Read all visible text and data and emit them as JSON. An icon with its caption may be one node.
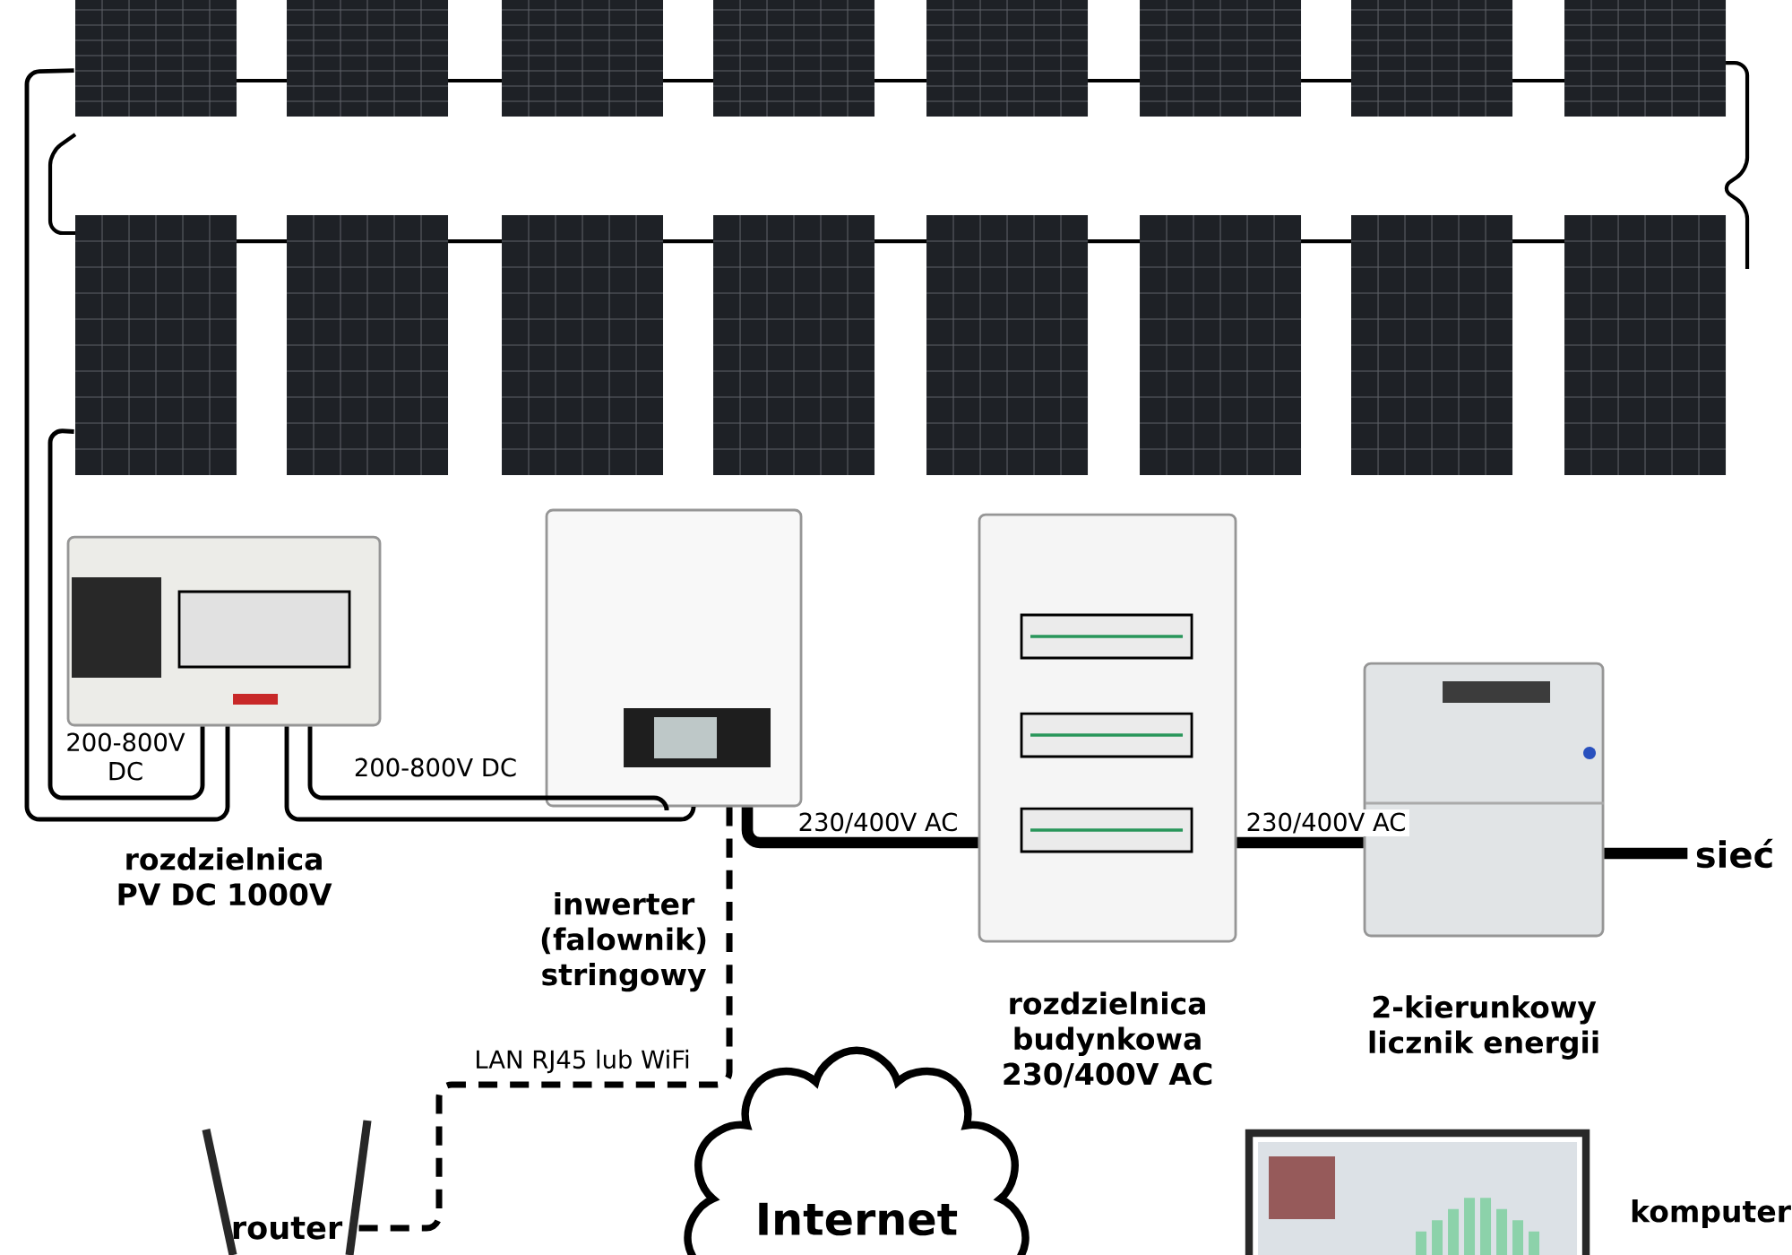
{
  "diagram": {
    "nodes": [
      {
        "text": [],
        "shape": "picture"
      },
      {
        "text": [
          "rozdzielnica PV DC 1000V"
        ]
      },
      {
        "text": [
          "inwerter (falownik) stringowy"
        ]
      },
      {
        "text": [
          "rozdzielnica budynkowa 230/400V AC"
        ]
      },
      {
        "text": [
          "2-kierunkowy licznik energii"
        ]
      },
      {
        "text": [
          "sieć"
        ]
      },
      {
        "text": [
          "router"
        ]
      },
      {
        "text": [
          "Internet"
        ]
      },
      {
        "text": [
          "komputer"
        ]
      }
    ],
    "edges": [
      {
        "from": 0,
        "to": 1,
        "arrow": "none",
        "label": "200-800V DC"
      },
      {
        "from": 0,
        "to": 1,
        "arrow": "none"
      },
      {
        "from": 1,
        "to": 2,
        "arrow": "none",
        "label": "200-800V DC"
      },
      {
        "from": 1,
        "to": 2,
        "arrow": "none"
      },
      {
        "from": 2,
        "to": 3,
        "arrow": "none",
        "label": "230/400V AC",
        "style": "thick"
      },
      {
        "from": 3,
        "to": 4,
        "arrow": "none",
        "label": "230/400V AC",
        "style": "thick"
      },
      {
        "from": 4,
        "to": 5,
        "arrow": "none",
        "style": "thick"
      },
      {
        "from": 2,
        "to": 6,
        "arrow": "none",
        "label": "LAN RJ45 lub WiFi",
        "style": "dashed"
      }
    ]
  }
}
